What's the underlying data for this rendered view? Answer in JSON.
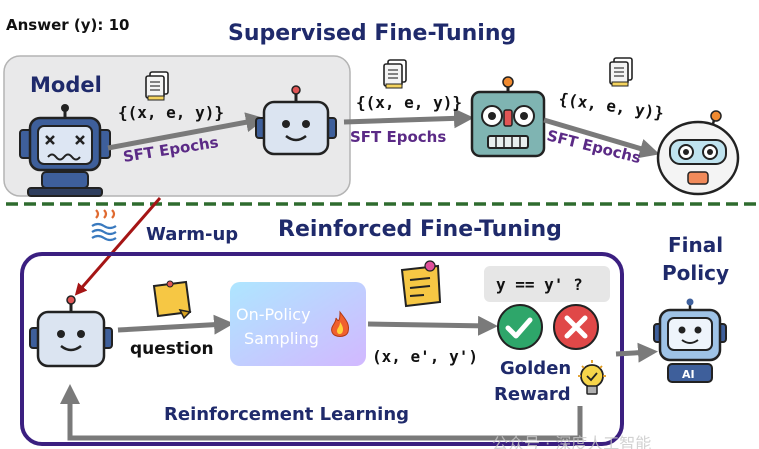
{
  "answer": "Answer (y): 10",
  "sft": {
    "title": "Supervised Fine-Tuning",
    "model_label": "Model",
    "triple": "{(x, e, y)}",
    "epochs": "SFT Epochs"
  },
  "rft": {
    "title": "Reinforced Fine-Tuning",
    "warmup": "Warm-up",
    "question": "question",
    "on_policy": "On-Policy",
    "sampling": "Sampling",
    "sample_triple": "(x, e', y')",
    "check": "y == y' ?",
    "golden": "Golden",
    "reward": "Reward",
    "rl": "Reinforcement Learning",
    "final1": "Final",
    "final2": "Policy",
    "ai_badge": "AI"
  },
  "watermark": "公众号 · 深度人工智能",
  "colors": {
    "title_blue": "#1f2a6b",
    "epoch_purple": "#5b2a86",
    "rl_border": "#3b1f80",
    "dash_green": "#2e6b2e",
    "warmup_arrow": "#a51515",
    "check_green": "#2ea66a",
    "cross_red": "#e04848"
  }
}
